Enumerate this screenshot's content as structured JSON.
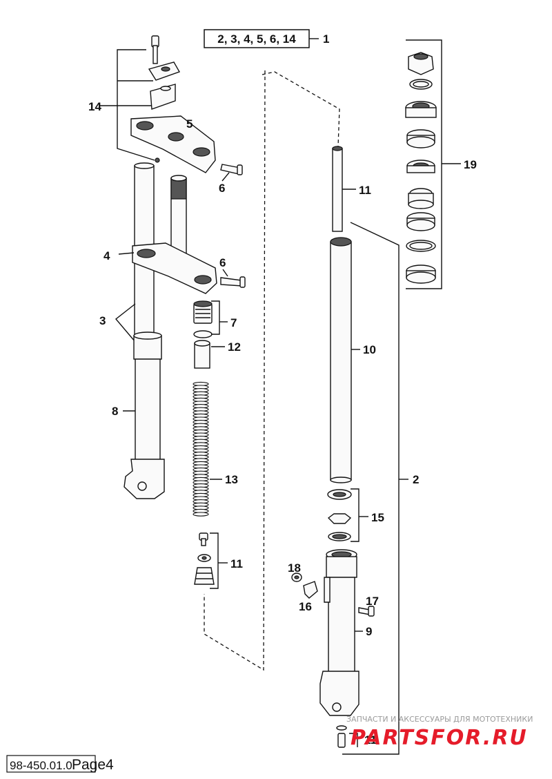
{
  "header": {
    "assembly_group": "2, 3, 4, 5, 6, 14",
    "assembly_number": "1"
  },
  "labels": {
    "l14": "14",
    "l5": "5",
    "l6a": "6",
    "l4": "4",
    "l6b": "6",
    "l3": "3",
    "l7": "7",
    "l12": "12",
    "l8": "8",
    "l13": "13",
    "l11a": "11",
    "l11b": "11",
    "l19": "19",
    "l10": "10",
    "l2": "2",
    "l15": "15",
    "l18": "18",
    "l16": "16",
    "l17": "17",
    "l9": "9",
    "l11c": "11"
  },
  "watermark": {
    "tagline": "ЗАПЧАСТИ И АКСЕССУАРЫ ДЛЯ МОТОТЕХНИКИ",
    "brand": "PARTSFOR.RU"
  },
  "footer": {
    "doc_number": "98-450.01.0",
    "page": "Page4"
  },
  "colors": {
    "brand_red": "#e51c2a",
    "line": "#111111"
  }
}
